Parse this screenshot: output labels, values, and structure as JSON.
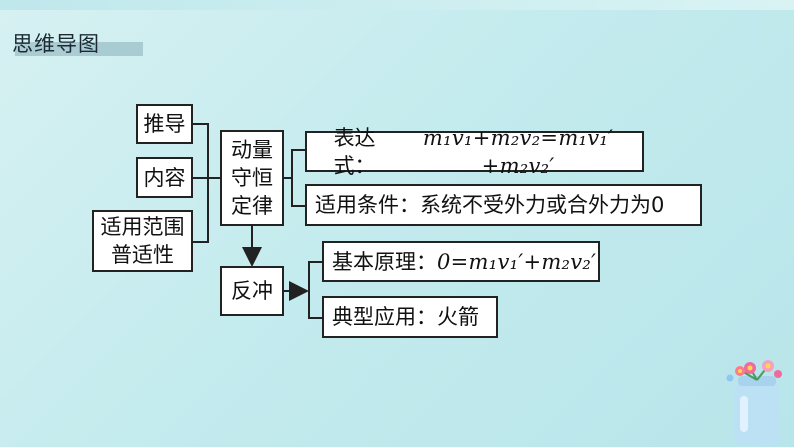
{
  "title": "思维导图",
  "nodes": {
    "tuidao": "推导",
    "neirong": "内容",
    "fanwei_line1": "适用范围",
    "fanwei_line2": "普适性",
    "center_line1": "动量",
    "center_line2": "守恒",
    "center_line3": "定律",
    "fanchong": "反冲",
    "biaodashi_label": "表达式：",
    "biaodashi_formula": "m₁v₁+m₂v₂=m₁v₁′+m₂v₂′",
    "shiyong": "适用条件：系统不受外力或合外力为0",
    "yuanli_label": "基本原理：",
    "yuanli_formula": "0=m₁v₁′+m₂v₂′",
    "yingyong": "典型应用：火箭"
  },
  "colors": {
    "background": "#c6ecef",
    "box_border": "#222222",
    "title_underline": "#93b8c2"
  },
  "decoration": "flower-jar-icon"
}
